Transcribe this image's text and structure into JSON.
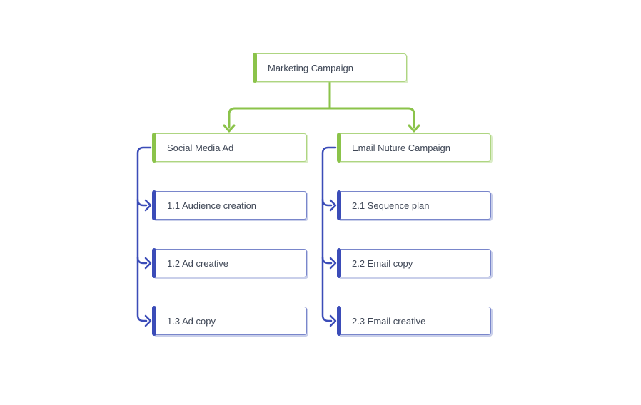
{
  "diagram": {
    "root": {
      "label": "Marketing Campaign"
    },
    "branches": [
      {
        "label": "Social Media Ad",
        "children": [
          {
            "label": "1.1 Audience creation"
          },
          {
            "label": "1.2 Ad creative"
          },
          {
            "label": "1.3 Ad copy"
          }
        ]
      },
      {
        "label": "Email Nuture Campaign",
        "children": [
          {
            "label": "2.1 Sequence plan"
          },
          {
            "label": "2.2 Email copy"
          },
          {
            "label": "2.3 Email creative"
          }
        ]
      }
    ],
    "colors": {
      "green_accent": "#8bc34a",
      "green_border": "#aed581",
      "blue_accent": "#3b4cb8",
      "blue_border": "#7986cb",
      "text": "#3f4756",
      "background": "#ffffff"
    }
  }
}
